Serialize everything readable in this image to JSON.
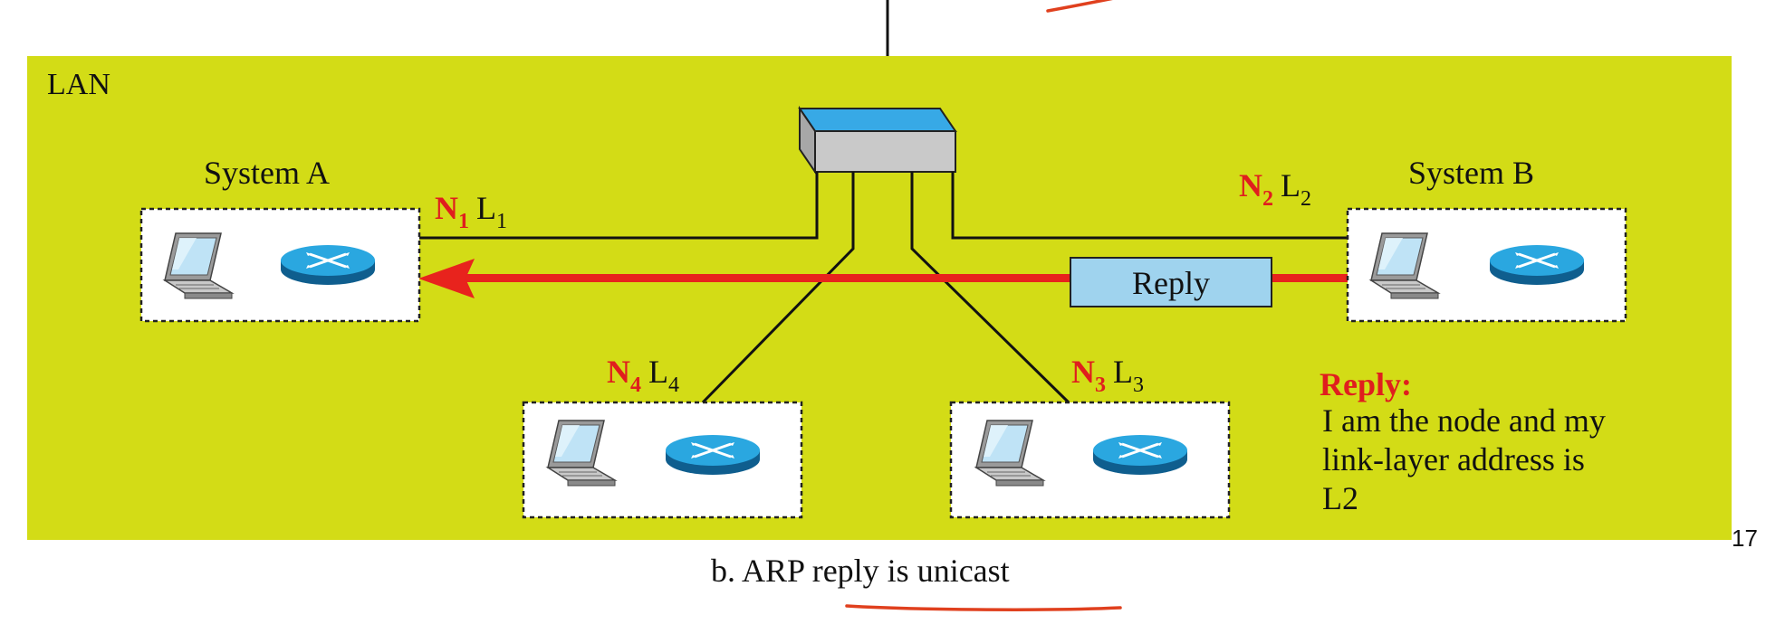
{
  "lan_label": "LAN",
  "system_a": {
    "name": "System A",
    "net": "N",
    "net_sub": "1",
    "link": "L",
    "link_sub": "1"
  },
  "system_b": {
    "name": "System B",
    "net": "N",
    "net_sub": "2",
    "link": "L",
    "link_sub": "2"
  },
  "node_3": {
    "net": "N",
    "net_sub": "3",
    "link": "L",
    "link_sub": "3"
  },
  "node_4": {
    "net": "N",
    "net_sub": "4",
    "link": "L",
    "link_sub": "4"
  },
  "packet_label": "Reply",
  "reply_note": {
    "title": "Reply:",
    "lines": [
      "I am the node and my",
      "link-layer address is",
      "L2"
    ]
  },
  "caption": "b. ARP reply is unicast",
  "page_number": "17",
  "colors": {
    "lan_bg": "#d3dc16",
    "arrow": "#e8231d",
    "label_red": "#e01e1e",
    "packet_fill": "#9fd3ee",
    "router_blue": "#2aa7e0",
    "switch_top": "#37a9e6",
    "annotation": "#e0401e"
  }
}
